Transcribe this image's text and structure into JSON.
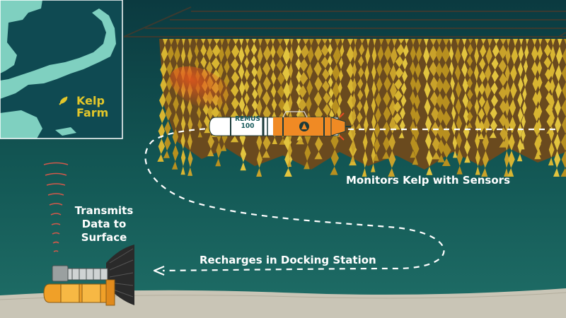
{
  "map": {
    "label_line1": "Kelp",
    "label_line2": "Farm"
  },
  "vehicle": {
    "name_line1": "REMUS",
    "name_line2": "100"
  },
  "labels": {
    "monitor": "Monitors Kelp with Sensors",
    "transmit_line1": "Transmits",
    "transmit_line2": "Data to",
    "transmit_line3": "Surface",
    "recharge": "Recharges in Docking Station"
  },
  "colors": {
    "water_top": "#0c3f44",
    "water_bottom": "#1c6a66",
    "seafloor": "#c8c4b5",
    "kelp": "#d8b531",
    "kelp_dark": "#6a4a1e",
    "vehicle_orange": "#f08a24",
    "map_land": "#7fd0c0",
    "map_water": "#0f4a52",
    "signal": "#d1584a",
    "path": "#ffffff"
  }
}
